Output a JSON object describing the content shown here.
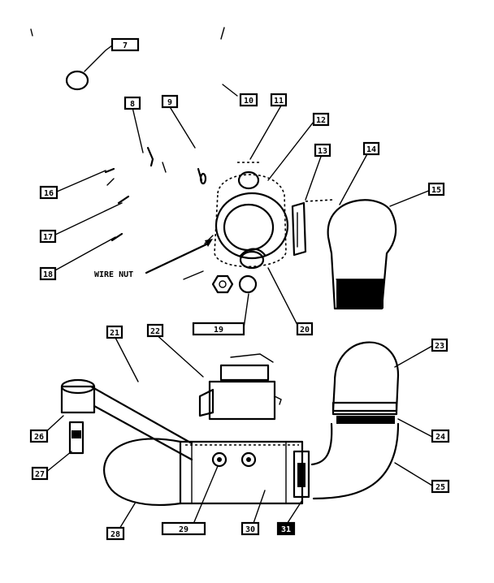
{
  "labels": {
    "l01": "7",
    "l02": "8",
    "l03": "9",
    "l04": "10",
    "l05": "11",
    "l06": "12",
    "l07": "13",
    "l08": "14",
    "l09": "15",
    "l10": "16",
    "l11": "17",
    "l12": "18",
    "l13": "19",
    "l14": "20",
    "l15": "21",
    "l16": "22",
    "l17": "23",
    "l18": "24",
    "l19": "25",
    "l20": "26",
    "l21": "27",
    "l22": "28",
    "l23": "29",
    "l24": "30",
    "l25": "31"
  },
  "note": "WIRE NUT"
}
